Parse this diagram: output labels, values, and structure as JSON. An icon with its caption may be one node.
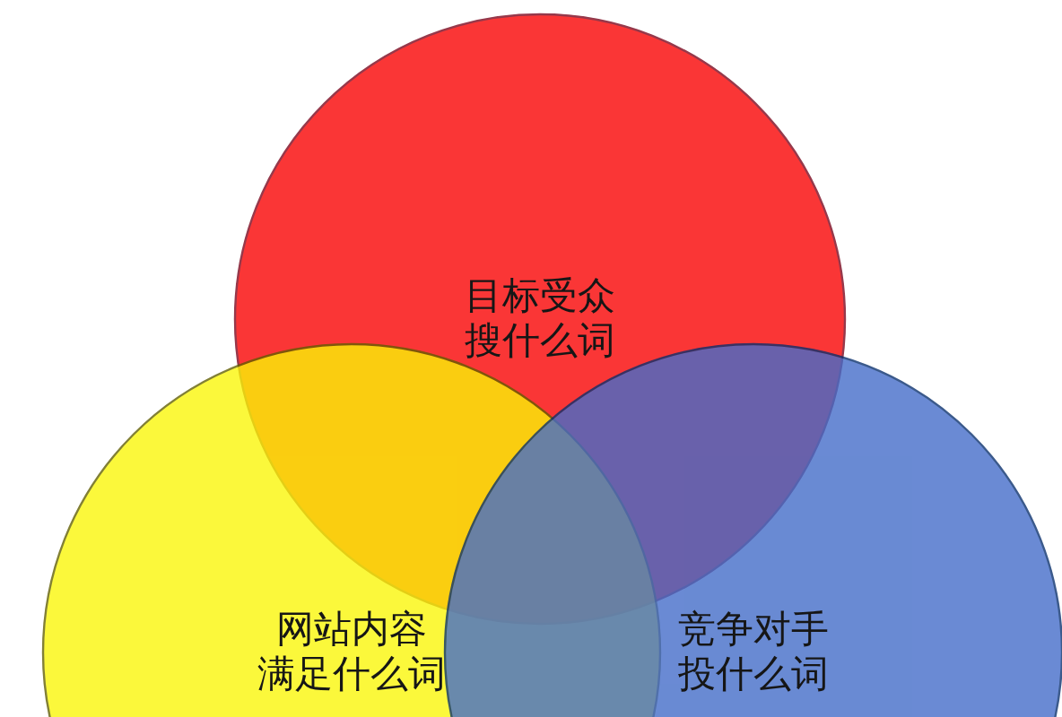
{
  "diagram": {
    "nodes": [
      {
        "text": [
          "目标受众搜什么词"
        ]
      },
      {
        "text": [
          "网站内容满足什么词"
        ]
      },
      {
        "text": [
          "竞争对手投什么词"
        ]
      }
    ]
  }
}
